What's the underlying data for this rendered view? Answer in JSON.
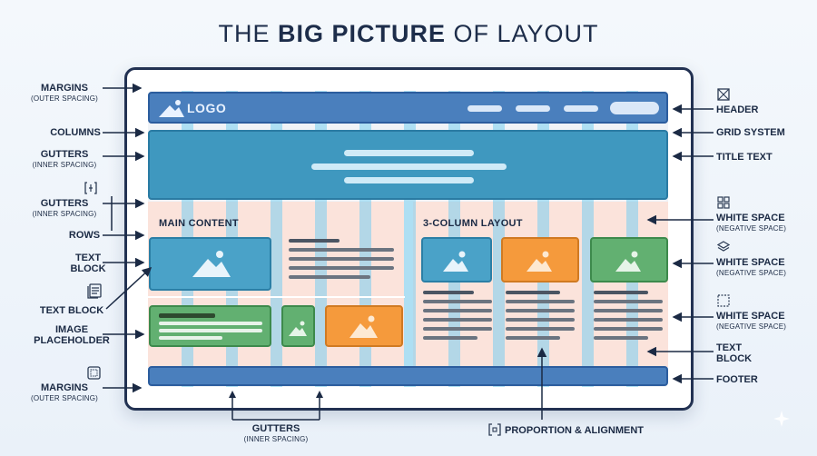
{
  "title": {
    "part1": "THE ",
    "bold": "BIG PICTURE",
    "part2": " OF LAYOUT"
  },
  "mockup": {
    "logo": "LOGO",
    "main_content_label": "MAIN CONTENT",
    "three_column_label": "3-COLUMN LAYOUT"
  },
  "left_labels": [
    {
      "main": "MARGINS",
      "sub": "(OUTER SPACING)"
    },
    {
      "main": "COLUMNS",
      "sub": ""
    },
    {
      "main": "GUTTERS",
      "sub": "(INNER SPACING)"
    },
    {
      "main": "GUTTERS",
      "sub": "(INNER SPACING)"
    },
    {
      "main": "ROWS",
      "sub": ""
    },
    {
      "main": "TEXT",
      "sub": ""
    },
    {
      "main": "BLOCK",
      "sub": ""
    },
    {
      "main": "TEXT BLOCK",
      "sub": ""
    },
    {
      "main": "IMAGE",
      "sub": ""
    },
    {
      "main": "PLACEHOLDER",
      "sub": ""
    },
    {
      "main": "MARGINS",
      "sub": "(OUTER SPACING)"
    }
  ],
  "right_labels": [
    {
      "main": "HEADER",
      "sub": ""
    },
    {
      "main": "GRID SYSTEM",
      "sub": ""
    },
    {
      "main": "TITLE TEXT",
      "sub": ""
    },
    {
      "main": "WHITE SPACE",
      "sub": "(NEGATIVE SPACE)"
    },
    {
      "main": "WHITE SPACE",
      "sub": "(NEGATIVE SPACE)"
    },
    {
      "main": "WHITE SPACE",
      "sub": "(NEGATIVE SPACE)"
    },
    {
      "main": "TEXT",
      "sub": ""
    },
    {
      "main": "BLOCK",
      "sub": ""
    },
    {
      "main": "FOOTER",
      "sub": ""
    }
  ],
  "bottom_labels": {
    "gutters": {
      "main": "GUTTERS",
      "sub": "(INNER SPACING)"
    },
    "proportion": "PROPORTION & ALIGNMENT"
  },
  "icons": {
    "header": "image-x-icon",
    "gutter": "bracket-arrows-icon",
    "columns": "grid-squares-icon",
    "layers": "layers-icon",
    "dashed": "dashed-square-icon",
    "text_block": "document-lines-icon",
    "margin": "frame-square-icon",
    "proportion": "bracket-square-icon",
    "sparkle": "sparkle-icon"
  },
  "colors": {
    "header": "#4a7fbd",
    "hero": "#3f98bf",
    "column_band": "#78cdf0",
    "salmon": "#fbe3db",
    "green": "#62b071",
    "orange": "#f59a3c",
    "navy": "#1b2a44"
  }
}
